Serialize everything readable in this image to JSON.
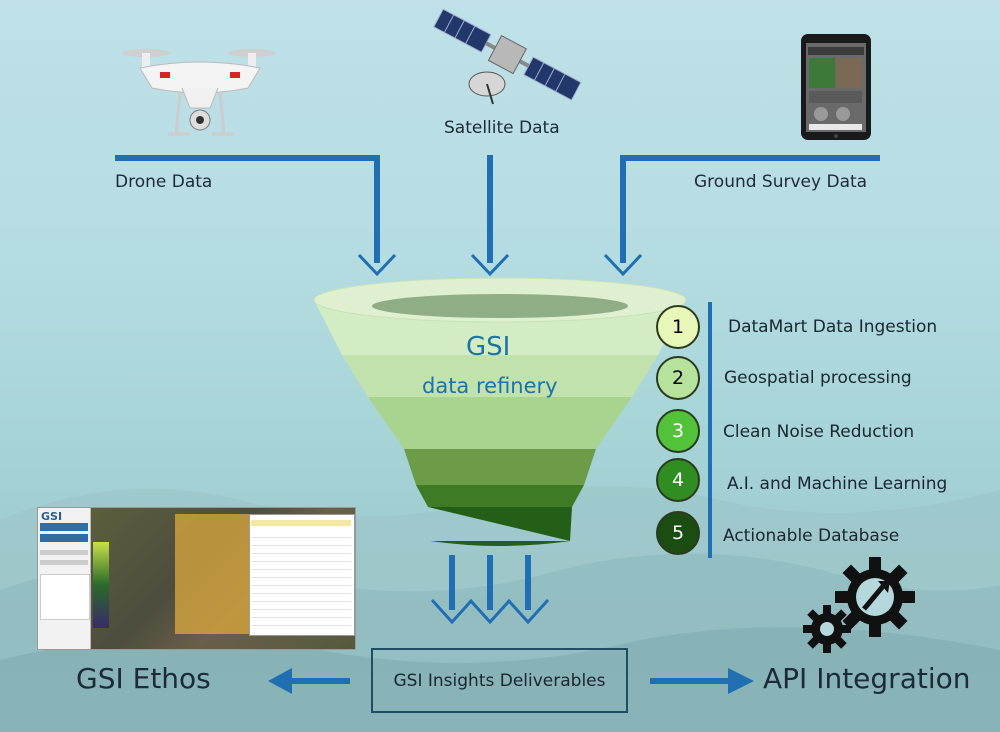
{
  "sources": {
    "drone": "Drone Data",
    "satellite": "Satellite Data",
    "ground": "Ground Survey Data"
  },
  "funnel": {
    "title": "GSI",
    "subtitle": "data refinery",
    "band_colors": [
      "#d3ecc4",
      "#c2e2ad",
      "#a9d48f",
      "#6c9c47",
      "#3f7a25",
      "#235f17"
    ]
  },
  "steps": [
    {
      "num": "1",
      "label": "DataMart Data Ingestion",
      "color": "#e7f7b8"
    },
    {
      "num": "2",
      "label": "Geospatial processing",
      "color": "#b6e29d"
    },
    {
      "num": "3",
      "label": "Clean Noise Reduction",
      "color": "#52c23a"
    },
    {
      "num": "4",
      "label": "A.I. and Machine Learning",
      "color": "#2f8d22"
    },
    {
      "num": "5",
      "label": "Actionable Database",
      "color": "#1b4d12"
    }
  ],
  "outputs": {
    "left": "GSI Ethos",
    "center": "GSI Insights Deliverables",
    "right": "API Integration"
  },
  "screenshot": {
    "logo": "GSI"
  },
  "colors": {
    "arrow": "#1f6fb2",
    "text": "#1c2b36"
  }
}
